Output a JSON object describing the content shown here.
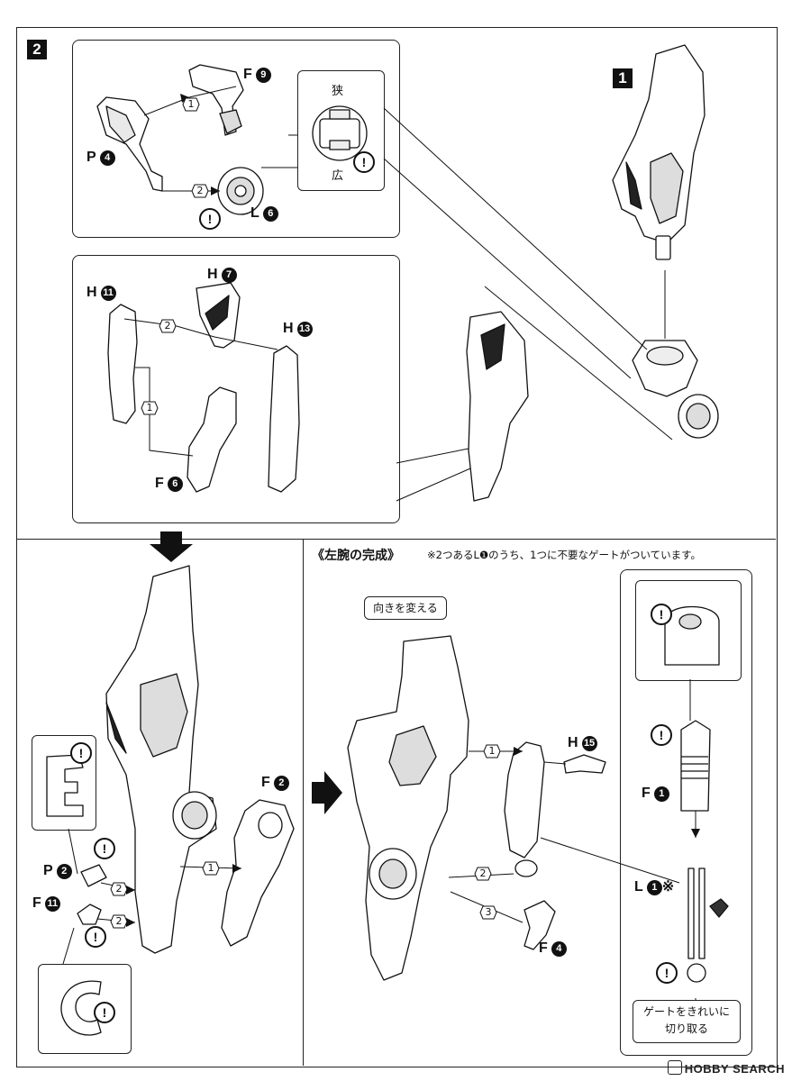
{
  "steps": {
    "step2": "2",
    "step1": "1"
  },
  "parts": {
    "F9": {
      "letter": "F",
      "num": "9"
    },
    "P4": {
      "letter": "P",
      "num": "4"
    },
    "L6": {
      "letter": "L",
      "num": "6"
    },
    "H7": {
      "letter": "H",
      "num": "7"
    },
    "H11": {
      "letter": "H",
      "num": "11"
    },
    "H13": {
      "letter": "H",
      "num": "13"
    },
    "F6": {
      "letter": "F",
      "num": "6"
    },
    "F2": {
      "letter": "F",
      "num": "2"
    },
    "P2": {
      "letter": "P",
      "num": "2"
    },
    "F11": {
      "letter": "F",
      "num": "11"
    },
    "H15": {
      "letter": "H",
      "num": "15"
    },
    "F1": {
      "letter": "F",
      "num": "1"
    },
    "L1": {
      "letter": "L",
      "num": "1",
      "suffix": "※"
    },
    "F4": {
      "letter": "F",
      "num": "4"
    }
  },
  "sequence": {
    "one": "1",
    "two": "2",
    "three": "3"
  },
  "caution_mark": "!",
  "detail": {
    "narrow": "狭",
    "wide": "広"
  },
  "section": {
    "title": "《左腕の完成》",
    "note": "※2つあるL❶のうち、1つに不要なゲートがついています。"
  },
  "callouts": {
    "turn": "向きを変える",
    "gate_line1": "ゲートをきれいに",
    "gate_line2": "切り取る"
  },
  "watermark": "HOBBY SEARCH"
}
